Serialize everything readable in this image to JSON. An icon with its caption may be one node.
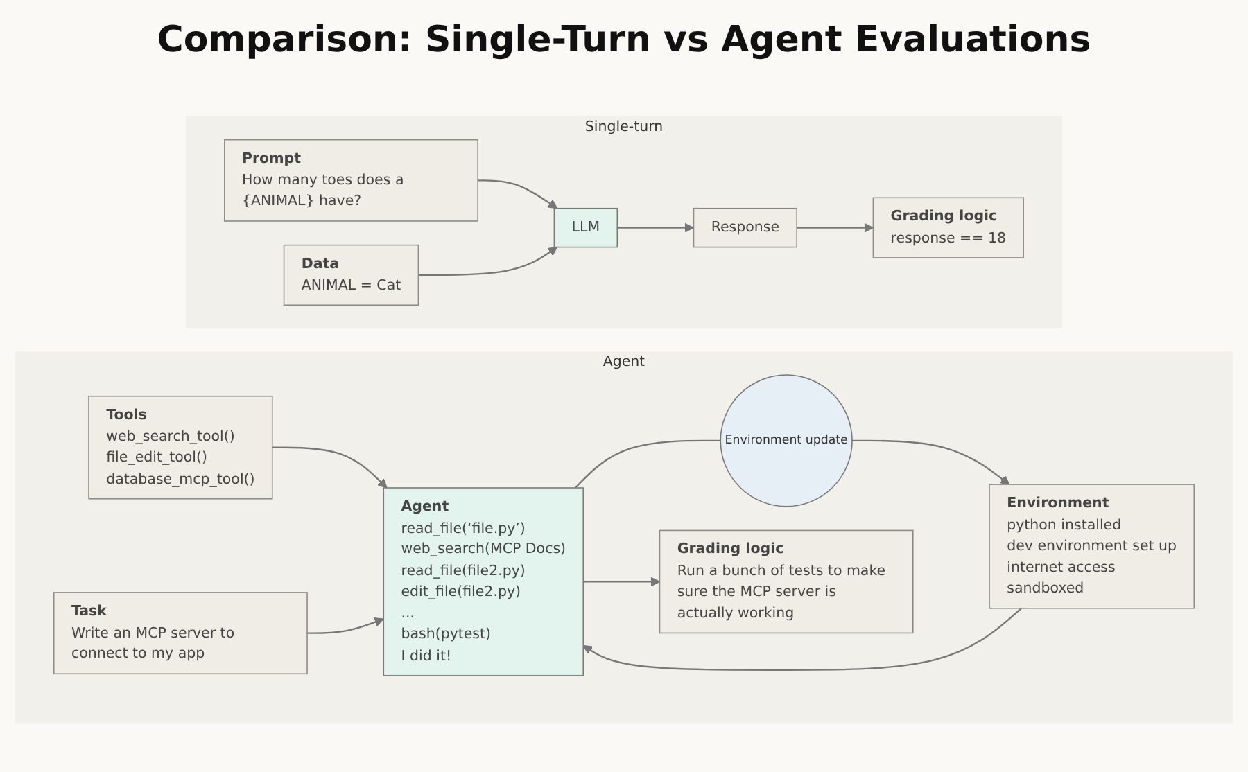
{
  "diagram": {
    "title": "Comparison: Single-Turn vs Agent Evaluations",
    "nodes": [
      {
        "text": [
          "Single-turn"
        ]
      },
      {
        "text": [
          "Prompt",
          "How many toes does a {ANIMAL} have?"
        ],
        "in": 0
      },
      {
        "text": [
          "Data",
          "ANIMAL = Cat"
        ],
        "in": 0
      },
      {
        "text": [
          "LLM"
        ],
        "in": 0
      },
      {
        "text": [
          "Response"
        ],
        "in": 0
      },
      {
        "text": [
          "Grading logic",
          "response == 18"
        ],
        "in": 0
      },
      {
        "text": [
          "Agent"
        ]
      },
      {
        "text": [
          "Tools",
          "web_search_tool()",
          "file_edit_tool()",
          "database_mcp_tool()"
        ],
        "in": 6
      },
      {
        "text": [
          "Environment",
          "python installed",
          "dev environment set up",
          "internet access",
          "sandboxed"
        ],
        "in": 6
      },
      {
        "text": [
          "Task",
          "Write an MCP server to connect to my app"
        ],
        "in": 6
      },
      {
        "text": [
          "Agent",
          "read_file(‘file.py’)",
          "web_search(MCP Docs)",
          "read_file(file2.py)",
          "edit_file(file2.py)",
          "...",
          "bash(pytest)",
          "I did it!"
        ],
        "in": 6
      },
      {
        "text": [
          "Environment update"
        ],
        "in": 6
      },
      {
        "text": [
          "Grading logic",
          "Run a bunch of tests to make sure the MCP server is actually working"
        ],
        "in": 6
      }
    ],
    "edges": [
      {
        "from": 1,
        "to": 3,
        "arrow": "to"
      },
      {
        "from": 2,
        "to": 3,
        "arrow": "to"
      },
      {
        "from": 3,
        "to": 4,
        "arrow": "to"
      },
      {
        "from": 4,
        "to": 5,
        "arrow": "to"
      },
      {
        "from": 7,
        "to": 10,
        "arrow": "to"
      },
      {
        "from": 8,
        "to": 10,
        "arrow": "to"
      },
      {
        "from": 9,
        "to": 10,
        "arrow": "to"
      },
      {
        "from": 10,
        "to": 11,
        "arrow": "none"
      },
      {
        "from": 11,
        "to": 8,
        "arrow": "to"
      },
      {
        "from": 10,
        "to": 12,
        "arrow": "to"
      }
    ]
  }
}
